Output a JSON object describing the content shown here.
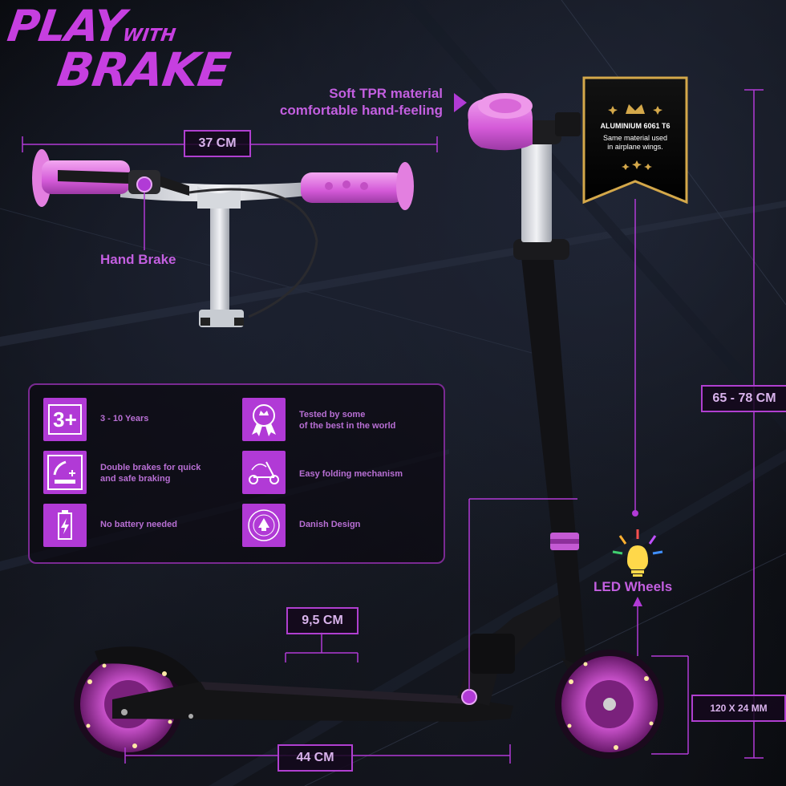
{
  "headline": {
    "line1": "PLAY",
    "line1_small": "WITH",
    "line2": "BRAKE"
  },
  "callouts": {
    "soft_tpr_line1": "Soft TPR material",
    "soft_tpr_line2": "comfortable hand-feeling",
    "hand_brake": "Hand Brake",
    "led_wheels": "LED Wheels"
  },
  "dimensions": {
    "handlebar_width": "37 CM",
    "height": "65 - 78 CM",
    "deck_width": "9,5 CM",
    "deck_length": "44 CM",
    "wheel_size": "120 X 24 MM"
  },
  "badge": {
    "title": "ALUMINIUM 6061 T6",
    "line1": "Same material used",
    "line2": "in airplane wings.",
    "accent_color": "#d4a84a"
  },
  "features": [
    {
      "icon": "age-3plus-icon",
      "icon_text": "3+",
      "label1": "3 - 10 Years",
      "label2": ""
    },
    {
      "icon": "double-brake-icon",
      "icon_text": "",
      "label1": "Double brakes for quick",
      "label2": "and safe braking"
    },
    {
      "icon": "battery-icon",
      "icon_text": "",
      "label1": "No battery needed",
      "label2": ""
    },
    {
      "icon": "award-ribbon-icon",
      "icon_text": "",
      "label1": "Tested by some",
      "label2": "of the best in the world"
    },
    {
      "icon": "folding-scooter-icon",
      "icon_text": "",
      "label1": "Easy folding mechanism",
      "label2": ""
    },
    {
      "icon": "danish-design-seal-icon",
      "icon_text": "",
      "label1": "Danish Design",
      "label2": ""
    }
  ],
  "colors": {
    "accent": "#b13ad6",
    "grip_pink": "#e070e0",
    "background": "#0a0b0f"
  }
}
